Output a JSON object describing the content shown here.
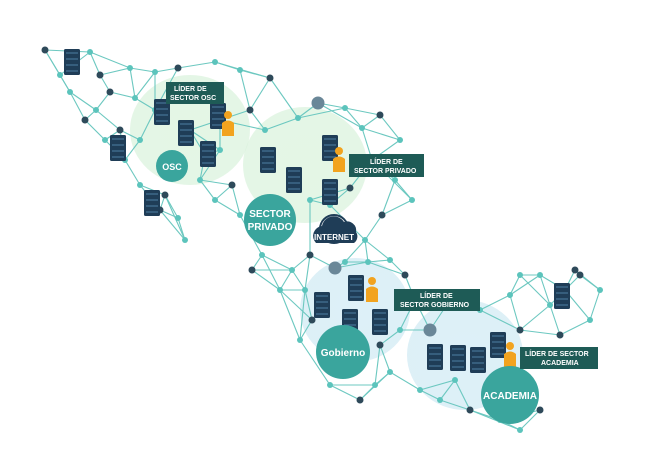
{
  "labels": {
    "lider_osc_line1": "LÍDER DE",
    "lider_osc_line2": "SECTOR OSC",
    "lider_privado_line1": "LÍDER DE",
    "lider_privado_line2": "SECTOR PRIVADO",
    "lider_gobierno_line1": "LÍDER DE",
    "lider_gobierno_line2": "SECTOR GOBIERNO",
    "lider_academia_line1": "LÍDER DE SECTOR",
    "lider_academia_line2": "ACADEMIA"
  },
  "sectors": {
    "osc": "OSC",
    "privado_line1": "SECTOR",
    "privado_line2": "PRIVADO",
    "gobierno": "Gobierno",
    "academia": "ACADEMIA"
  },
  "internet": "INTERNET",
  "colors": {
    "teal": "#3aa59d",
    "dark_teal": "#1f6a65",
    "label_bg": "#1e5b56",
    "node_dark": "#2e4a5a",
    "node_light": "#5cc4bc",
    "server": "#1f3d57",
    "person": "#f2a31f",
    "edge": "#6cc8c0",
    "halo_green": "#d8f2dc",
    "halo_blue": "#d4ecf6"
  }
}
